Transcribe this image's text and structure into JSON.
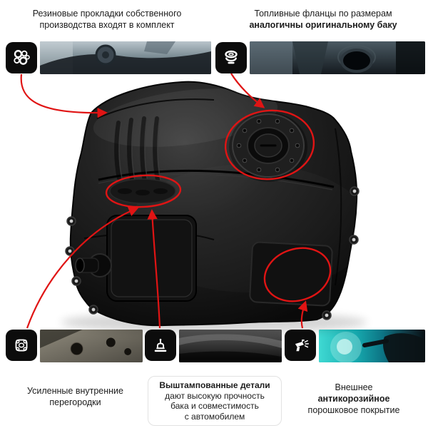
{
  "colors": {
    "accent_red": "#e01414",
    "icon_bg": "#0c0c0c",
    "background": "#ffffff"
  },
  "callouts": {
    "top_left": {
      "line1": "Резиновые прокладки собственного",
      "line2": "производства входят в комплект"
    },
    "top_right": {
      "line1": "Топливные фланцы по размерам",
      "line2_bold": "аналогичны оригинальному баку"
    },
    "bottom_left": {
      "line1": "Усиленные внутренние",
      "line2": "перегородки"
    },
    "bottom_center": {
      "line1_bold": "Выштампованные детали",
      "line2": "дают высокую прочность",
      "line3": "бака и совместимость",
      "line4": "с автомобилем"
    },
    "bottom_right": {
      "line1": "Внешнее",
      "line2_bold": "антикорозийное",
      "line3": "порошковое покрытие"
    }
  },
  "icons": [
    "gaskets-icon",
    "flange-icon",
    "baffle-gasket-icon",
    "stamped-part-icon",
    "spray-gun-icon"
  ]
}
